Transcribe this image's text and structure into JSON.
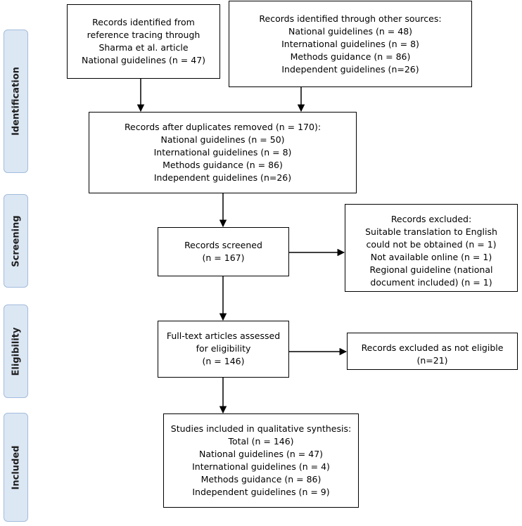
{
  "stages": {
    "identification": "Identification",
    "screening": "Screening",
    "eligibility": "Eligibility",
    "included": "Included"
  },
  "boxes": {
    "identified_reference": {
      "lines": [
        "Records identified from",
        "reference tracing through",
        "Sharma et al. article",
        "National guidelines (n = 47)"
      ]
    },
    "identified_other": {
      "lines": [
        "Records identified through other sources:",
        "National guidelines (n = 48)",
        "International guidelines (n = 8)",
        "Methods guidance (n = 86)",
        "Independent guidelines (n=26)"
      ]
    },
    "after_duplicates": {
      "lines": [
        "Records after duplicates removed (n = 170):",
        "National guidelines (n = 50)",
        "International guidelines (n = 8)",
        "Methods guidance (n = 86)",
        "Independent guidelines (n=26)"
      ]
    },
    "screened": {
      "lines": [
        "Records screened",
        "(n = 167)"
      ]
    },
    "excluded": {
      "lines": [
        "Records excluded:",
        "Suitable translation to English",
        "could not be obtained (n = 1)",
        "Not available online (n = 1)",
        "Regional guideline (national",
        "document included) (n = 1)"
      ]
    },
    "fulltext": {
      "lines": [
        "Full-text articles assessed",
        "for eligibility",
        "(n = 146)"
      ]
    },
    "not_eligible": {
      "lines": [
        "Records excluded as not eligible",
        "(n=21)"
      ]
    },
    "included": {
      "lines": [
        "Studies included in qualitative synthesis:",
        "Total (n = 146)",
        "National guidelines (n = 47)",
        "International guidelines (n = 4)",
        "Methods guidance (n = 86)",
        "Independent guidelines (n = 9)"
      ]
    }
  }
}
